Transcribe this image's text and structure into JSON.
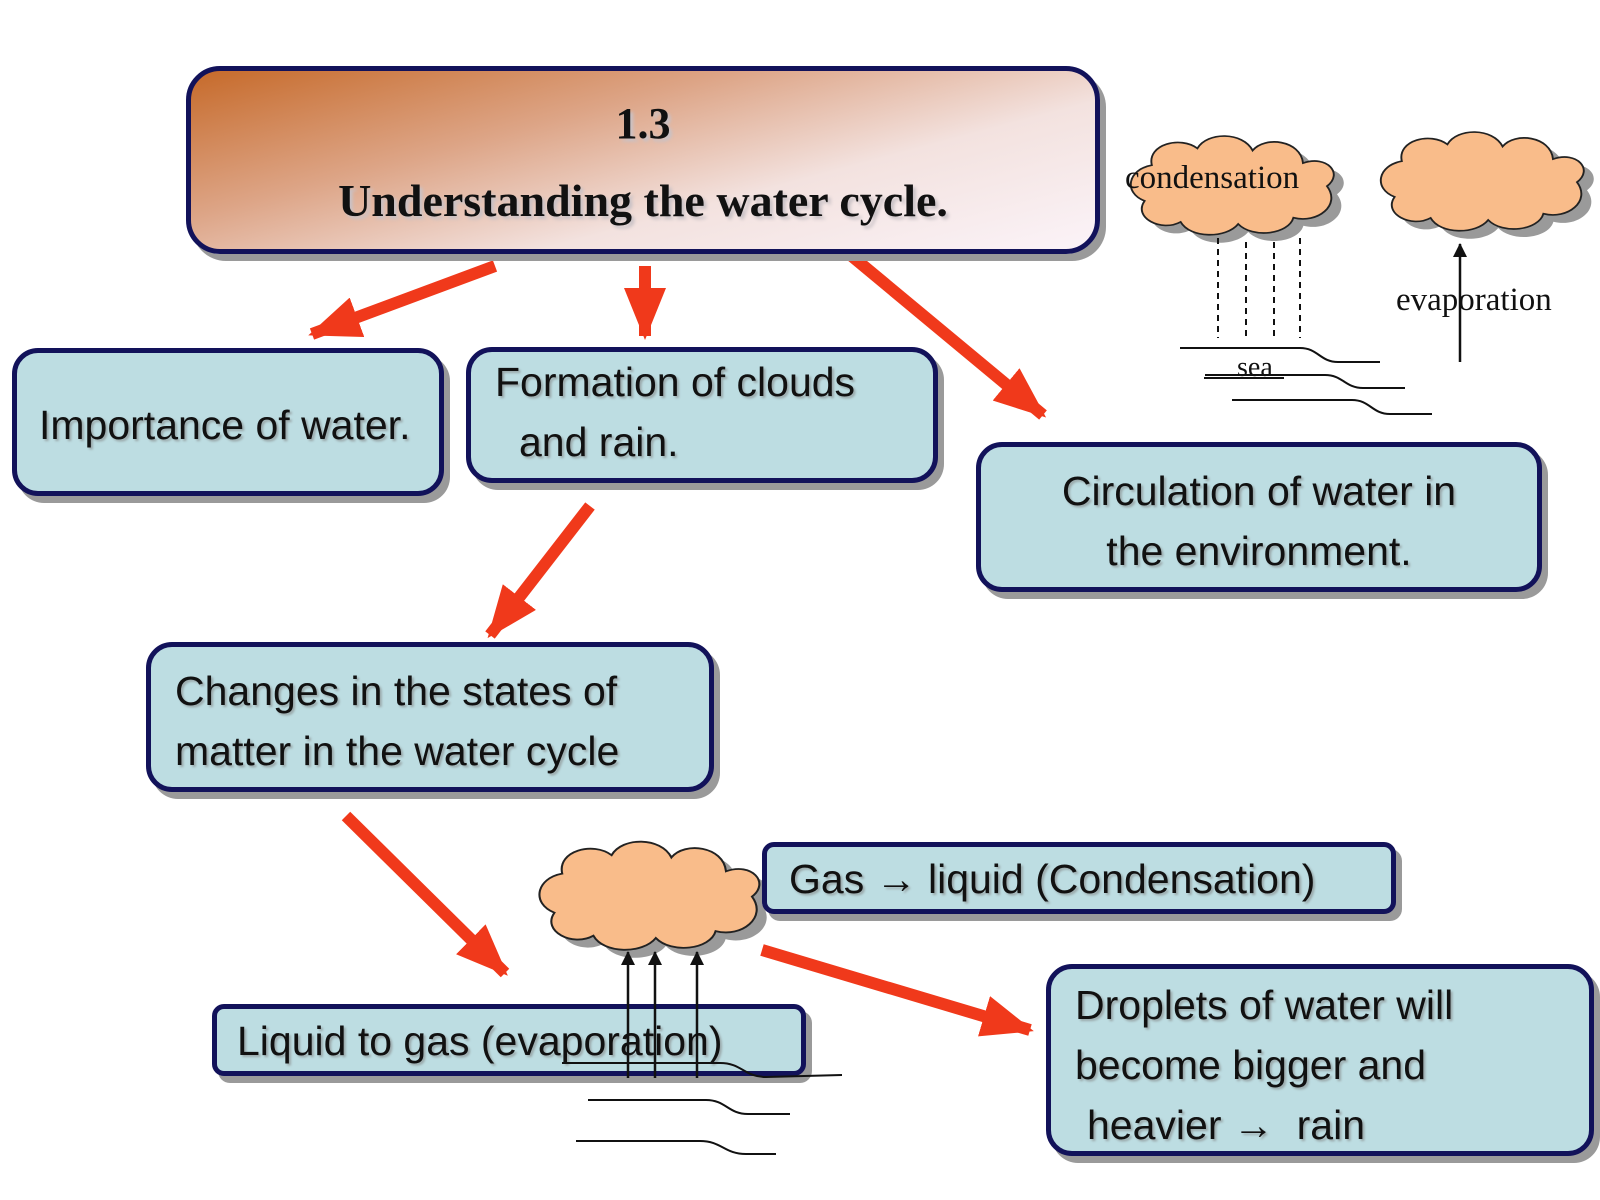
{
  "title": {
    "number": "1.3",
    "text": "Understanding the water cycle."
  },
  "nodes": {
    "importance": "Importance of water.",
    "formation": [
      "Formation of clouds",
      "and rain."
    ],
    "circulation": [
      "Circulation of water in",
      "the environment."
    ],
    "changes": [
      "Changes in the states of",
      "matter in the water cycle"
    ],
    "gas_liquid": "Gas → liquid (Condensation)",
    "liquid_gas": "Liquid to gas (evaporation)",
    "droplets": [
      "Droplets of water will",
      "become bigger and",
      "heavier →  rain"
    ]
  },
  "illustration": {
    "condensation": "condensation",
    "evaporation": "evaporation",
    "sea": "sea"
  },
  "colors": {
    "box_fill": "#bddde2",
    "box_border": "#12125a",
    "arrow": "#f0391b",
    "cloud_fill": "#f9bc8a"
  }
}
